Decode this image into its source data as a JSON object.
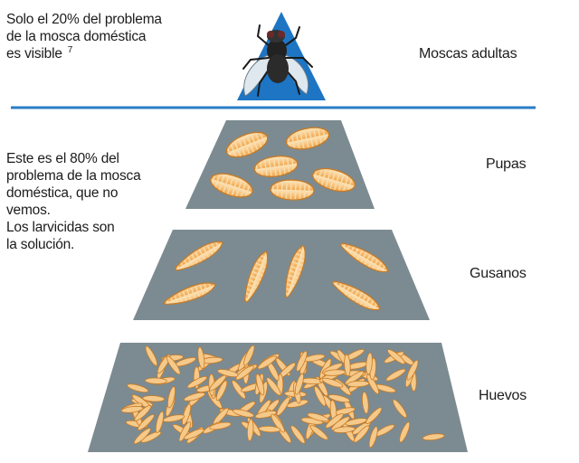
{
  "text": {
    "visible_line1": "Solo el 20% del problema",
    "visible_line2": "de la mosca doméstica",
    "visible_line3": "es visible",
    "footnote": "7",
    "hidden_line1": "Este es el 80% del",
    "hidden_line2": "problema de la mosca",
    "hidden_line3": "doméstica, que no",
    "hidden_line4": "vemos.",
    "hidden_line5": "Los larvicidas son",
    "hidden_line6": "la solución."
  },
  "labels": {
    "adults": "Moscas adultas",
    "pupae": "Pupas",
    "larvae": "Gusanos",
    "eggs": "Huevos"
  },
  "colors": {
    "tip": "#1d75c4",
    "divider": "#2a7cc6",
    "tier": "#7c8b91",
    "tier_edge": "#5e6d73",
    "larva": "#f2a84f",
    "larva_light": "#fde6bd",
    "larva_edge": "#c77a24"
  },
  "icons": [
    "fly-icon"
  ]
}
